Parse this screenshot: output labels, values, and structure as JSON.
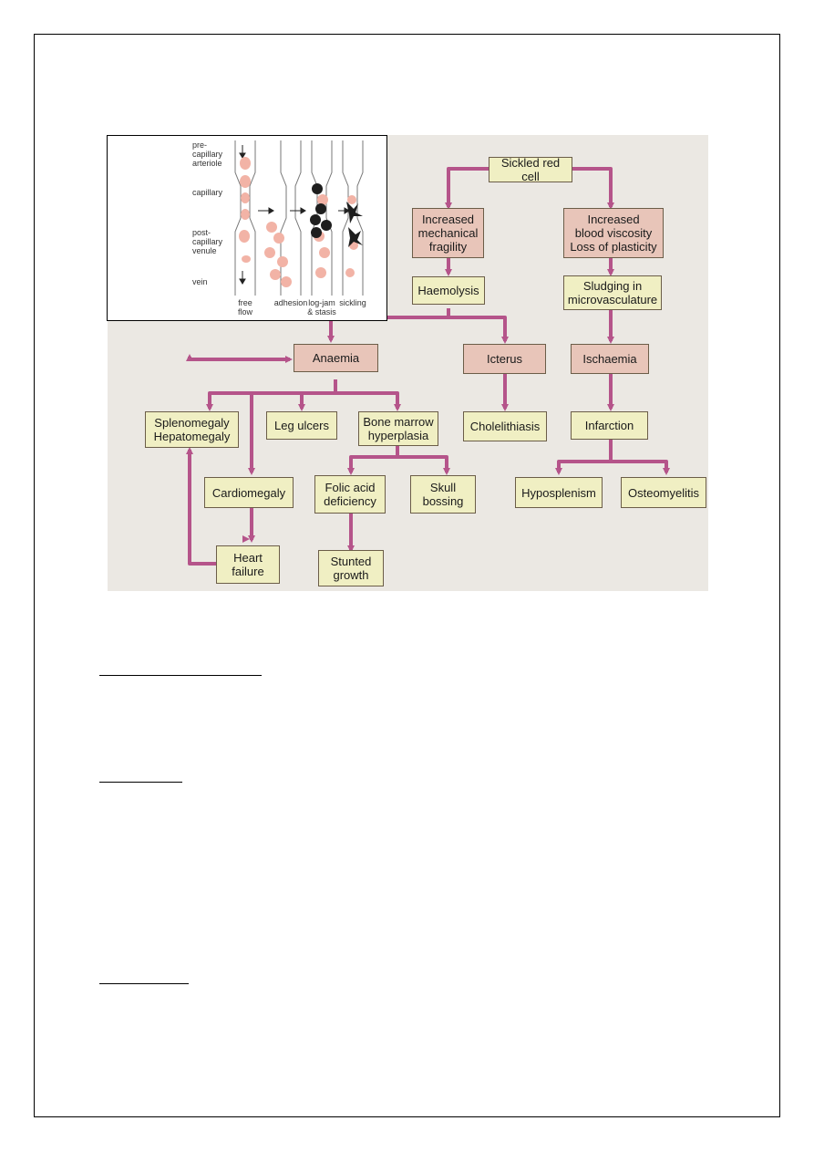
{
  "figure": {
    "nodes": {
      "sickled": "Sickled red cell",
      "fragility": "Increased\nmechanical\nfragility",
      "viscosity": "Increased\nblood viscosity\nLoss of plasticity",
      "haemolysis": "Haemolysis",
      "sludging": "Sludging in\nmicrovasculature",
      "anaemia": "Anaemia",
      "icterus": "Icterus",
      "ischaemia": "Ischaemia",
      "spleno": "Splenomegaly\nHepatomegaly",
      "leg": "Leg ulcers",
      "marrow": "Bone marrow\nhyperplasia",
      "chole": "Cholelithiasis",
      "infarction": "Infarction",
      "cardio": "Cardiomegaly",
      "folic": "Folic acid\ndeficiency",
      "skull": "Skull\nbossing",
      "hypo": "Hyposplenism",
      "osteo": "Osteomyelitis",
      "heart": "Heart\nfailure",
      "stunted": "Stunted\ngrowth"
    },
    "inset": {
      "labels": {
        "pre": "pre-\ncapillary\narteriole",
        "cap": "capillary",
        "post": "post-\ncapillary\nvenule",
        "vein": "vein"
      },
      "captions": {
        "free": "free\nflow",
        "adhesion": "adhesion",
        "logjam": "log-jam\n& stasis",
        "sickling": "sickling"
      }
    },
    "colors": {
      "arrow": "#b5548a",
      "yellow_box": "#f0efc3",
      "pink_box": "#e8c5b9",
      "cell_pink": "#f2b3a6",
      "cell_dark": "#1e1e1e"
    }
  }
}
